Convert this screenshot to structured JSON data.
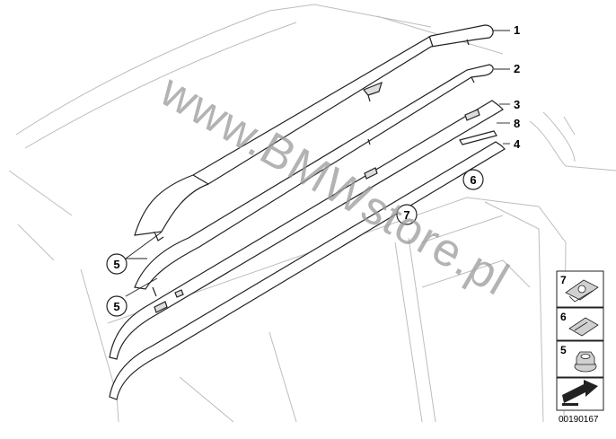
{
  "diagram": {
    "callouts": [
      "1",
      "2",
      "3",
      "8",
      "4"
    ],
    "circled_labels": {
      "left_upper": "5",
      "left_lower": "5",
      "center_a": "6",
      "center_b": "7"
    },
    "legend": [
      {
        "number": "7",
        "icon": "clip-7-icon"
      },
      {
        "number": "6",
        "icon": "clip-6-icon"
      },
      {
        "number": "5",
        "icon": "nut-5-icon"
      }
    ],
    "document_number": "00190167",
    "watermark": "www.BMWstore.pl"
  }
}
